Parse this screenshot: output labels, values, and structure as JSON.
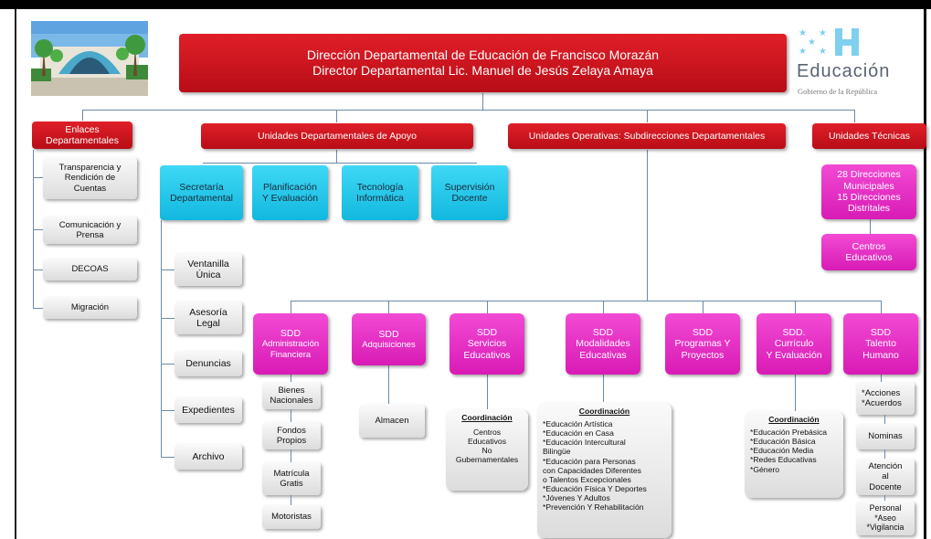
{
  "header": {
    "line1": "Dirección Departamental de Educación de Francisco Morazán",
    "line2": "Director Departamental Lic. Manuel de Jesús  Zelaya Amaya"
  },
  "logo": {
    "text": "Educación",
    "sub": "Gobierno de la República",
    "colors": {
      "star": "#7fd0ee",
      "h": "#7fd0ee",
      "text": "#5a6470"
    }
  },
  "enlaces": {
    "title": "Enlaces\nDepartamentales",
    "items": [
      "Transparencia y\nRendición de\nCuentas",
      "Comunicación  y\nPrensa",
      "DECOAS",
      "Migración"
    ]
  },
  "apoyo": {
    "title": "Unidades  Departamentales de Apoyo",
    "units": [
      "Secretaría\nDepartamental",
      "Planificación\nY Evaluación",
      "Tecnología\nInformática",
      "Supervisión\nDocente"
    ],
    "secretaria_items": [
      "Ventanilla\nÚnica",
      "Asesoría\nLegal",
      "Denuncias",
      "Expedientes",
      "Archivo"
    ]
  },
  "operativas": {
    "title": "Unidades Operativas: Subdirecciones Departamentales"
  },
  "tecnicas": {
    "title": "Unidades Técnicas",
    "direcciones": "28 Direcciones\nMunicipales\n15 Direcciones\nDistritales",
    "centros": "Centros\nEducativos"
  },
  "sdd": [
    {
      "title": "SDD",
      "name": "Administración\nFinanciera"
    },
    {
      "title": "SDD",
      "name": "Adquisiciones"
    },
    {
      "title": "SDD",
      "name": "Servicios\nEducativos"
    },
    {
      "title": "SDD",
      "name": "Modalidades\nEducativas"
    },
    {
      "title": "SDD",
      "name": "Programas Y\nProyectos"
    },
    {
      "title": "SDD.",
      "name": "Currículo\nY Evaluación"
    },
    {
      "title": "SDD",
      "name": "Talento\nHumano"
    }
  ],
  "financiera_items": [
    "Bienes\nNacionales",
    "Fondos\nPropios",
    "Matrícula\nGratis",
    "Motoristas"
  ],
  "adquisiciones_items": [
    "Almacen"
  ],
  "servicios": {
    "heading": "Coordinación",
    "text": "Centros\nEducativos\nNo\nGubernamentales"
  },
  "modalidades": {
    "heading": "Coordinación",
    "items": [
      "*Educación Artística",
      "*Educación  en Casa",
      "*Educación  Intercultural\n  Bilingüe",
      "*Educación  para Personas\n  con Capacidades Diferentes\n  o Talentos  Excepcionales",
      "*Educación Física  Y Deportes",
      "*Jóvenes Y Adultos",
      "*Prevención Y Rehabilitación"
    ]
  },
  "curriculo": {
    "heading": "Coordinación",
    "items": [
      "*Educación Prebásica",
      "*Educación Básica",
      "*Educación Media",
      "*Redes Educativas",
      "*Género"
    ]
  },
  "talento": {
    "acciones": "*Acciones\n*Acuerdos",
    "nominas": "Nominas",
    "atencion": "Atención\nal\nDocente",
    "personal": "Personal\n*Aseo\n*Vigilancia"
  }
}
